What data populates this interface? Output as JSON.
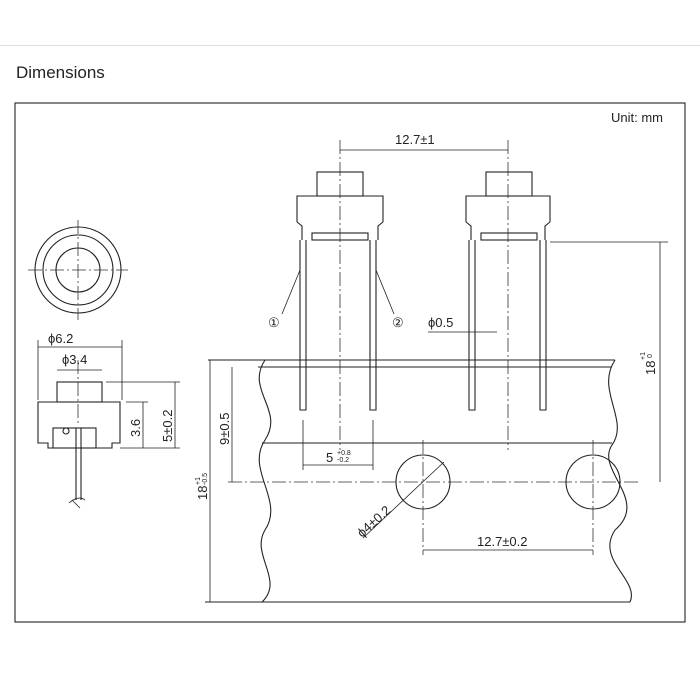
{
  "section_title": "Dimensions",
  "drawing": {
    "unit_label": "Unit: mm",
    "labels": {
      "pin_pitch": "12.7±1",
      "pin_diameter": "ϕ0.5",
      "outer_diameter": "ϕ6.2",
      "button_diameter": "ϕ3.4",
      "body_height": "3.6",
      "total_height": "5±0.2",
      "seat_height": "9±0.5",
      "tape_width_left": "18",
      "tape_width_left_tol_plus": "+1",
      "tape_width_left_tol_minus": "-0.5",
      "tape_height_right": "18",
      "tape_height_right_tol_plus": "+1",
      "tape_height_right_tol_minus": "0",
      "lead_spacing": "5",
      "lead_spacing_tol_plus": "+0.8",
      "lead_spacing_tol_minus": "-0.2",
      "hole_diameter": "ϕ4±0.2",
      "hole_pitch": "12.7±0.2",
      "marker_1": "①",
      "marker_2": "②"
    }
  }
}
